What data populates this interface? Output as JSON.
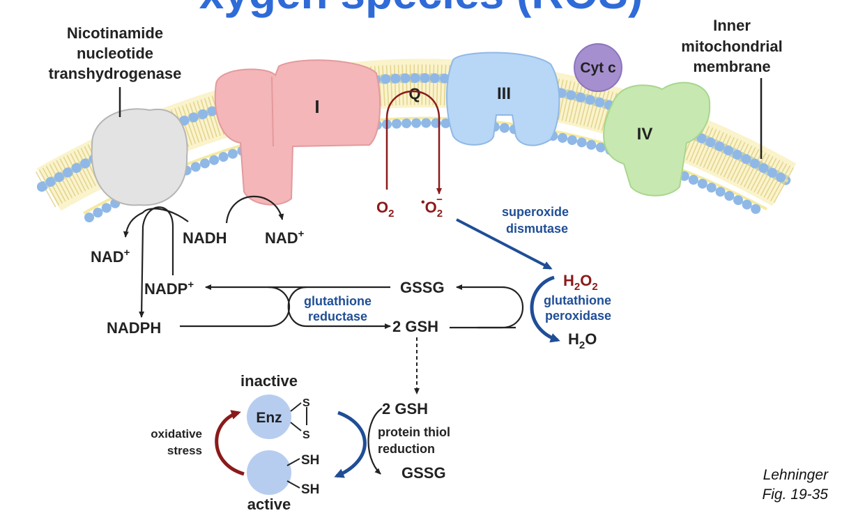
{
  "title_fragment": "xygen species (ROS)",
  "colors": {
    "membrane_head": "#8fb8e6",
    "membrane_tail": "#f5eaa0",
    "complex_I": "#f4b6b8",
    "complex_III": "#b8d6f5",
    "complex_IV": "#c7e8b0",
    "cyt_c": "#a58fcf",
    "transhydrogenase": "#e3e3e3",
    "enzyme": "#b7cdf0",
    "blue_arrow": "#1f4e96",
    "red_arrow": "#8b1a1a"
  },
  "labels": {
    "transhydrogenase_line1": "Nicotinamide",
    "transhydrogenase_line2": "nucleotide",
    "transhydrogenase_line3": "transhydrogenase",
    "membrane_line1": "Inner",
    "membrane_line2": "mitochondrial",
    "membrane_line3": "membrane",
    "complex_I": "I",
    "quinone": "Q",
    "complex_III": "III",
    "cyt_c": "Cyt c",
    "complex_IV": "IV",
    "o2": "O",
    "o2_sub": "2",
    "superoxide_dot": "•",
    "superoxide": "O",
    "superoxide_sub": "2",
    "superoxide_sup": "−",
    "sod_line1": "superoxide",
    "sod_line2": "dismutase",
    "nadh": "NADH",
    "nad_plus_right": "NAD",
    "nad_plus_left": "NAD",
    "plus": "+",
    "nadp_plus": "NADP",
    "nadph": "NADPH",
    "gssg_top": "GSSG",
    "gsh_mid": "2 GSH",
    "gr_line1": "glutathione",
    "gr_line2": "reductase",
    "h2o2_h": "H",
    "h2o2_sub1": "2",
    "h2o2_o": "O",
    "h2o2_sub2": "2",
    "gpx_line1": "glutathione",
    "gpx_line2": "peroxidase",
    "h2o_h": "H",
    "h2o_sub": "2",
    "h2o_o": "O",
    "inactive": "inactive",
    "enz": "Enz",
    "s_top": "S",
    "s_bottom": "S",
    "sh_top": "SH",
    "sh_bottom": "SH",
    "active": "active",
    "ox_stress_line1": "oxidative",
    "ox_stress_line2": "stress",
    "gsh_low": "2 GSH",
    "ptr_line1": "protein thiol",
    "ptr_line2": "reduction",
    "gssg_low": "GSSG",
    "credit_line1": "Lehninger",
    "credit_line2": "Fig. 19-35"
  }
}
